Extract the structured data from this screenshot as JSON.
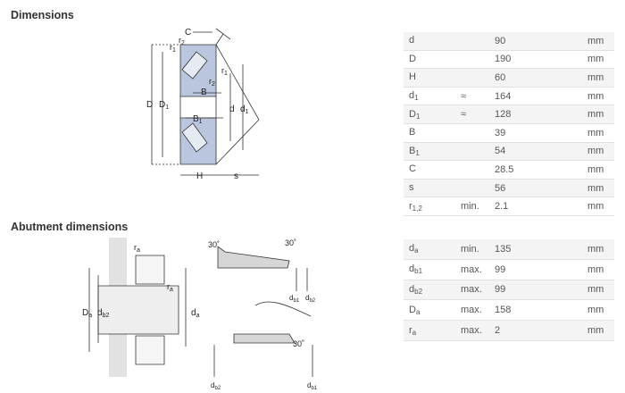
{
  "dimensions": {
    "title": "Dimensions",
    "rows": [
      {
        "sym": "d",
        "sub": "",
        "qual": "",
        "val": "90",
        "unit": "mm"
      },
      {
        "sym": "D",
        "sub": "",
        "qual": "",
        "val": "190",
        "unit": "mm"
      },
      {
        "sym": "H",
        "sub": "",
        "qual": "",
        "val": "60",
        "unit": "mm"
      },
      {
        "sym": "d",
        "sub": "1",
        "qual": "≈",
        "val": "164",
        "unit": "mm"
      },
      {
        "sym": "D",
        "sub": "1",
        "qual": "≈",
        "val": "128",
        "unit": "mm"
      },
      {
        "sym": "B",
        "sub": "",
        "qual": "",
        "val": "39",
        "unit": "mm"
      },
      {
        "sym": "B",
        "sub": "1",
        "qual": "",
        "val": "54",
        "unit": "mm"
      },
      {
        "sym": "C",
        "sub": "",
        "qual": "",
        "val": "28.5",
        "unit": "mm"
      },
      {
        "sym": "s",
        "sub": "",
        "qual": "",
        "val": "56",
        "unit": "mm"
      },
      {
        "sym": "r",
        "sub": "1,2",
        "qual": "min.",
        "val": "2.1",
        "unit": "mm"
      }
    ]
  },
  "abutment": {
    "title": "Abutment dimensions",
    "rows": [
      {
        "sym": "d",
        "sub": "a",
        "qual": "min.",
        "val": "135",
        "unit": "mm"
      },
      {
        "sym": "d",
        "sub": "b1",
        "qual": "max.",
        "val": "99",
        "unit": "mm"
      },
      {
        "sym": "d",
        "sub": "b2",
        "qual": "max.",
        "val": "99",
        "unit": "mm"
      },
      {
        "sym": "D",
        "sub": "a",
        "qual": "max.",
        "val": "158",
        "unit": "mm"
      },
      {
        "sym": "r",
        "sub": "a",
        "qual": "max.",
        "val": "2",
        "unit": "mm"
      }
    ]
  },
  "drawing1": {
    "C": "C",
    "r2": "r",
    "r2_sub": "2",
    "r1": "r",
    "r1_sub": "1",
    "B": "B",
    "B1": "B",
    "B1_sub": "1",
    "D": "D",
    "D1": "D",
    "D1_sub": "1",
    "d": "d",
    "d1": "d",
    "d1_sub": "1",
    "H": "H",
    "s": "s"
  },
  "drawing2": {
    "ra": "r",
    "ra_sub": "a",
    "Da": "D",
    "Da_sub": "a",
    "db2": "d",
    "db2_sub": "b2",
    "da": "d",
    "da_sub": "a",
    "angle": "30˚",
    "db1": "d",
    "db1_sub": "b1"
  },
  "colors": {
    "bearing_fill": "#b9c6dd",
    "line": "#333333",
    "header": "#333333"
  }
}
